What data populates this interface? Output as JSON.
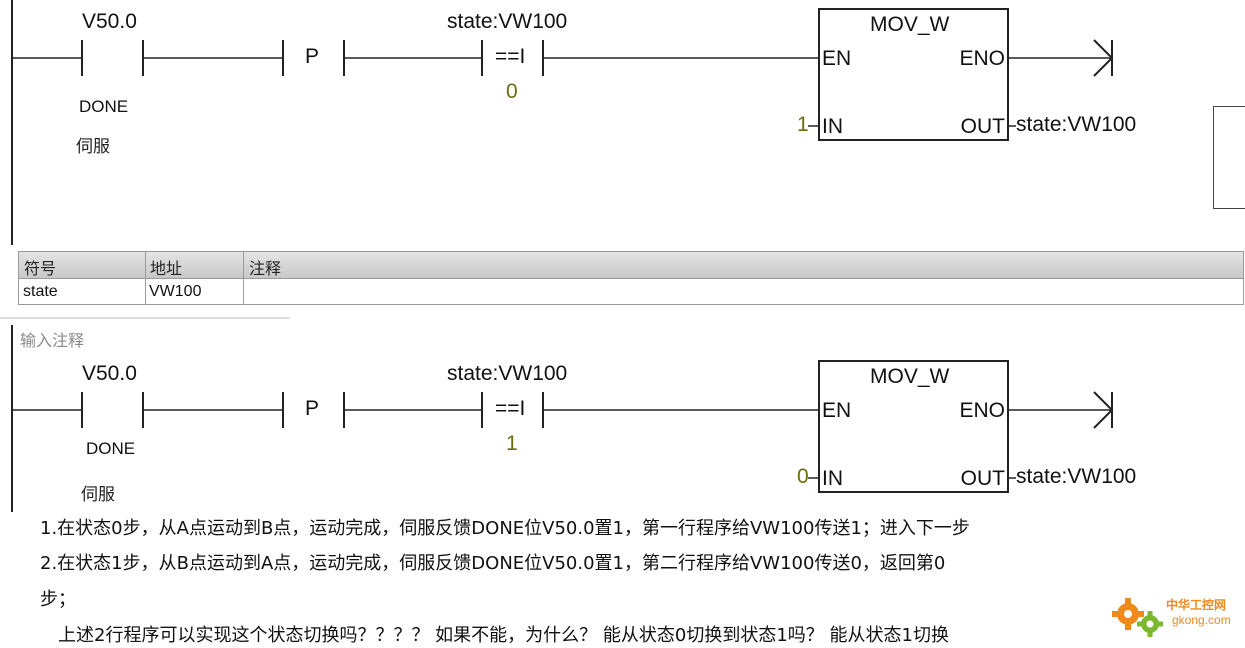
{
  "network1": {
    "contact_addr": "V50.0",
    "contact_symbol": "DONE",
    "contact_comment": "伺服",
    "p_label": "P",
    "compare_operand": "state:VW100",
    "compare_op": "==I",
    "compare_value": "0",
    "block_title": "MOV_W",
    "en": "EN",
    "eno": "ENO",
    "in_label": "IN",
    "out_label": "OUT",
    "in_value": "1",
    "out_value": "state:VW100"
  },
  "symbol_table": {
    "headers": [
      "符号",
      "地址",
      "注释"
    ],
    "rows": [
      [
        "state",
        "VW100",
        ""
      ]
    ]
  },
  "network2": {
    "comment_placeholder": "输入注释",
    "contact_addr": "V50.0",
    "contact_symbol": "DONE",
    "contact_comment": "伺服",
    "p_label": "P",
    "compare_operand": "state:VW100",
    "compare_op": "==I",
    "compare_value": "1",
    "block_title": "MOV_W",
    "en": "EN",
    "eno": "ENO",
    "in_label": "IN",
    "out_label": "OUT",
    "in_value": "0",
    "out_value": "state:VW100"
  },
  "question": {
    "line1": "1.在状态0步，从A点运动到B点，运动完成，伺服反馈DONE位V50.0置1，第一行程序给VW100传送1；进入下一步",
    "line2": "2.在状态1步，从B点运动到A点，运动完成，伺服反馈DONE位V50.0置1，第二行程序给VW100传送0，返回第0",
    "line3": "步；",
    "line4": "上述2行程序可以实现这个状态切换吗？？？？ 如果不能，为什么？  能从状态0切换到状态1吗？  能从状态1切换"
  },
  "watermark": {
    "title": "中华工控网",
    "url": "gkong.com"
  },
  "colors": {
    "wire": "#222222",
    "value_olive": "#6b6b10",
    "table_header": "#d4d4d4",
    "watermark_orange": "#f08a1c",
    "watermark_green": "#7cb82f"
  }
}
